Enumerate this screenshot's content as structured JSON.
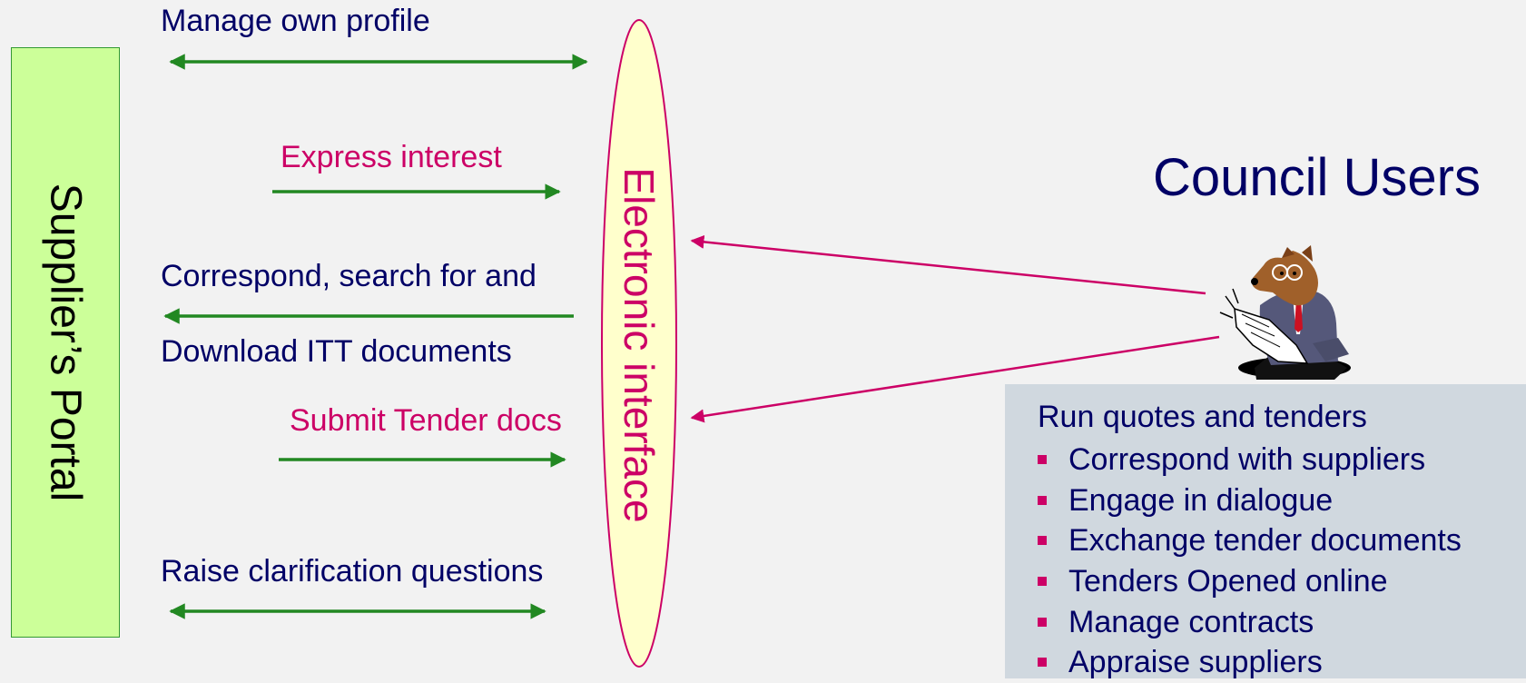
{
  "supplier_portal": {
    "label": "Supplier’s Portal"
  },
  "interface": {
    "label": "Electronic interface"
  },
  "flows": [
    {
      "label": "Manage own profile",
      "direction": "both",
      "color": "#228822"
    },
    {
      "label": "Express interest",
      "direction": "right",
      "color": "#228822"
    },
    {
      "label": "Correspond, search for and",
      "direction": "left",
      "color": "#228822"
    },
    {
      "label": "Download ITT documents"
    },
    {
      "label": "Submit Tender docs",
      "direction": "right",
      "color": "#228822"
    },
    {
      "label": "Raise clarification questions",
      "direction": "both",
      "color": "#228822"
    }
  ],
  "council": {
    "title": "Council Users",
    "image_icon": "bear-businessman-reading-icon",
    "panel_heading": "Run quotes and tenders",
    "items": [
      "Correspond with suppliers",
      "Engage in dialogue",
      "Exchange tender documents",
      "Tenders Opened online",
      "Manage contracts",
      "Appraise suppliers"
    ]
  },
  "colors": {
    "background": "#f2f2f2",
    "supplier_fill": "#ccff99",
    "interface_fill": "#ffffcc",
    "accent_pink": "#cc0066",
    "navy": "#000066",
    "arrow_green": "#228822",
    "panel_fill": "#d0d8df"
  }
}
